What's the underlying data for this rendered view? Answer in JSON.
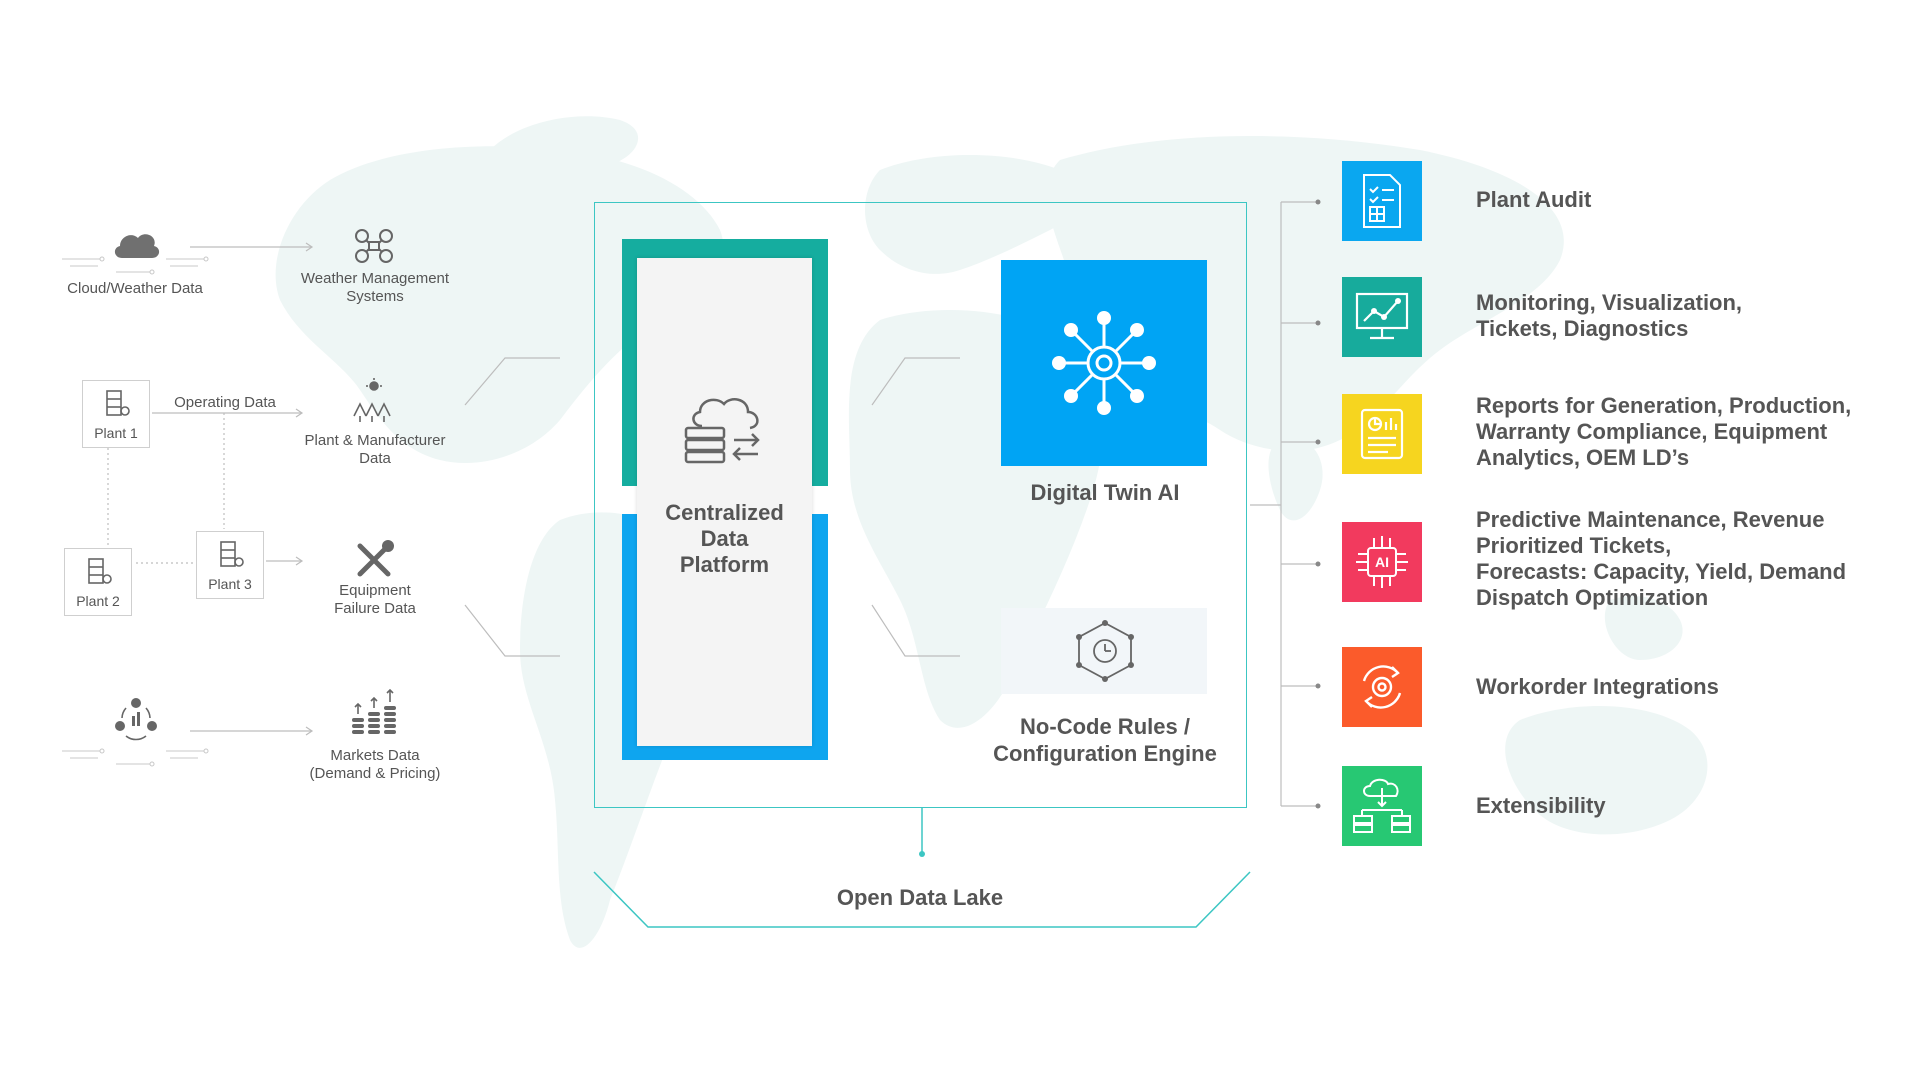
{
  "sources": {
    "cloud_weather": "Cloud/Weather Data",
    "weather_mgmt_1": "Weather Management",
    "weather_mgmt_2": "Systems",
    "operating_data": "Operating Data",
    "plant1": "Plant 1",
    "plant2": "Plant 2",
    "plant3": "Plant 3",
    "plant_mfr_1": "Plant & Manufacturer",
    "plant_mfr_2": "Data",
    "equip_1": "Equipment",
    "equip_2": "Failure Data",
    "markets_1": "Markets Data",
    "markets_2": "(Demand & Pricing)"
  },
  "core": {
    "cdp_1": "Centralized",
    "cdp_2": "Data",
    "cdp_3": "Platform",
    "digital_twin": "Digital Twin AI",
    "nocode_1": "No-Code Rules /",
    "nocode_2": "Configuration Engine",
    "open_data_lake": "Open Data Lake"
  },
  "outputs": [
    {
      "lines": [
        "Plant Audit"
      ],
      "color": "#0aa7f0",
      "icon": "audit-document-icon"
    },
    {
      "lines": [
        "Monitoring, Visualization,",
        "Tickets, Diagnostics"
      ],
      "color": "#17ab9c",
      "icon": "monitor-chart-icon"
    },
    {
      "lines": [
        "Reports for Generation, Production,",
        "Warranty Compliance, Equipment",
        "Analytics, OEM LD’s"
      ],
      "color": "#f6d51f",
      "icon": "report-icon"
    },
    {
      "lines": [
        "Predictive Maintenance, Revenue",
        "Prioritized Tickets,",
        "Forecasts: Capacity, Yield, Demand",
        "Dispatch Optimization"
      ],
      "color": "#f23a5e",
      "icon": "ai-chip-icon"
    },
    {
      "lines": [
        "Workorder Integrations"
      ],
      "color": "#fb5b2b",
      "icon": "workorder-gear-icon"
    },
    {
      "lines": [
        "Extensibility"
      ],
      "color": "#27c873",
      "icon": "cloud-server-icon"
    }
  ],
  "colors": {
    "teal": "#15ad9f",
    "blue": "#0ea5ef",
    "frame": "#3cc6c3",
    "text": "#555555",
    "map": "#eef6f5"
  }
}
